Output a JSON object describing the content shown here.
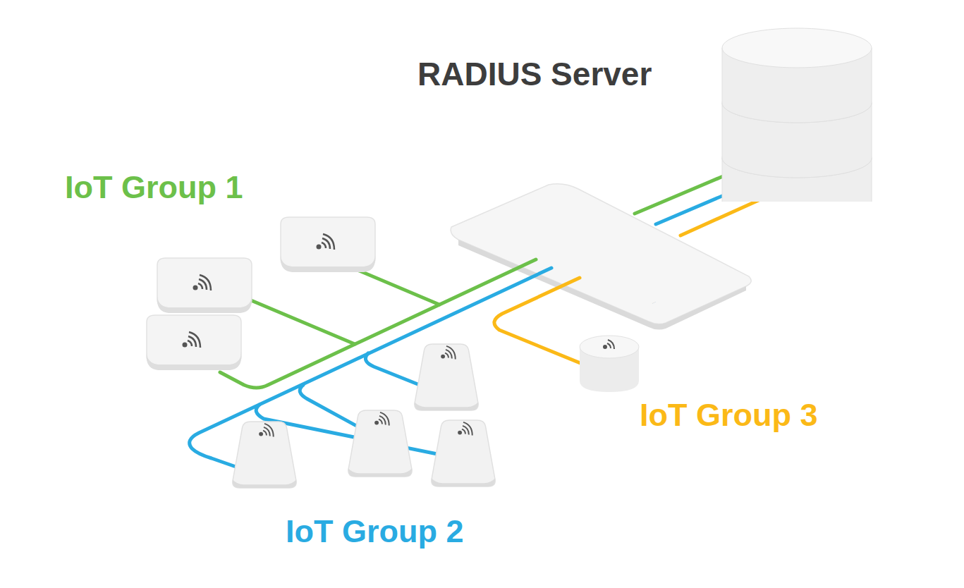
{
  "diagram": {
    "nodes": [
      {
        "text": [
          "RADIUS Server"
        ]
      }
    ],
    "labels": [
      "IoT Group 1",
      "IoT Group 2",
      "IoT Group 3"
    ]
  }
}
